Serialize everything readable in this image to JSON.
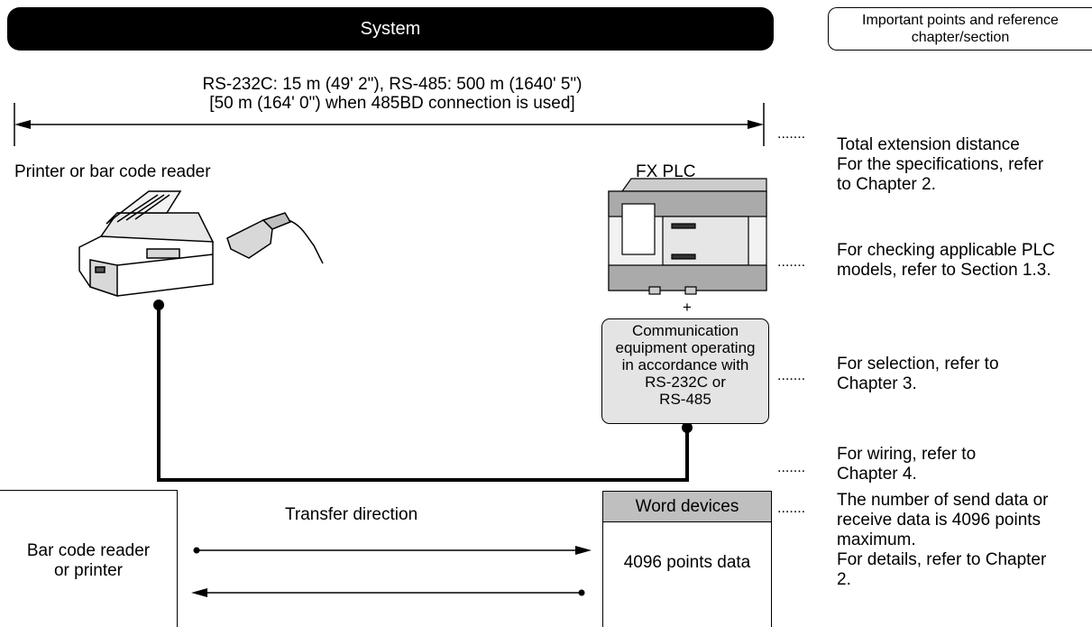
{
  "header": {
    "title": "System",
    "reference_title": "Important points and reference chapter/section"
  },
  "distance": {
    "line1": "RS-232C: 15 m (49' 2\"), RS-485: 500 m (1640' 5\")",
    "line2": "[50 m (164' 0\") when 485BD connection is used]"
  },
  "devices": {
    "printer_label": "Printer or bar code reader",
    "plc_label": "FX PLC",
    "plus": "+",
    "comm_box": [
      "Communication",
      "equipment operating",
      "in accordance with",
      "RS-232C or",
      "RS-485"
    ]
  },
  "notes": {
    "leader": ".......",
    "extension": [
      "Total extension distance",
      "For the specifications, refer",
      "to Chapter 2."
    ],
    "plc_models": [
      "For checking applicable PLC",
      "models, refer to Section 1.3."
    ],
    "selection": [
      "For selection, refer to",
      "Chapter 3."
    ],
    "wiring": [
      "For wiring, refer to",
      "Chapter 4."
    ],
    "data": [
      "The number of send data or",
      "receive data is 4096 points",
      "maximum.",
      "For details, refer to Chapter",
      "2."
    ]
  },
  "transfer": {
    "direction_label": "Transfer direction",
    "device_box": [
      "Bar code reader",
      "or printer"
    ],
    "word_devices": "Word devices",
    "points": "4096 points data"
  }
}
